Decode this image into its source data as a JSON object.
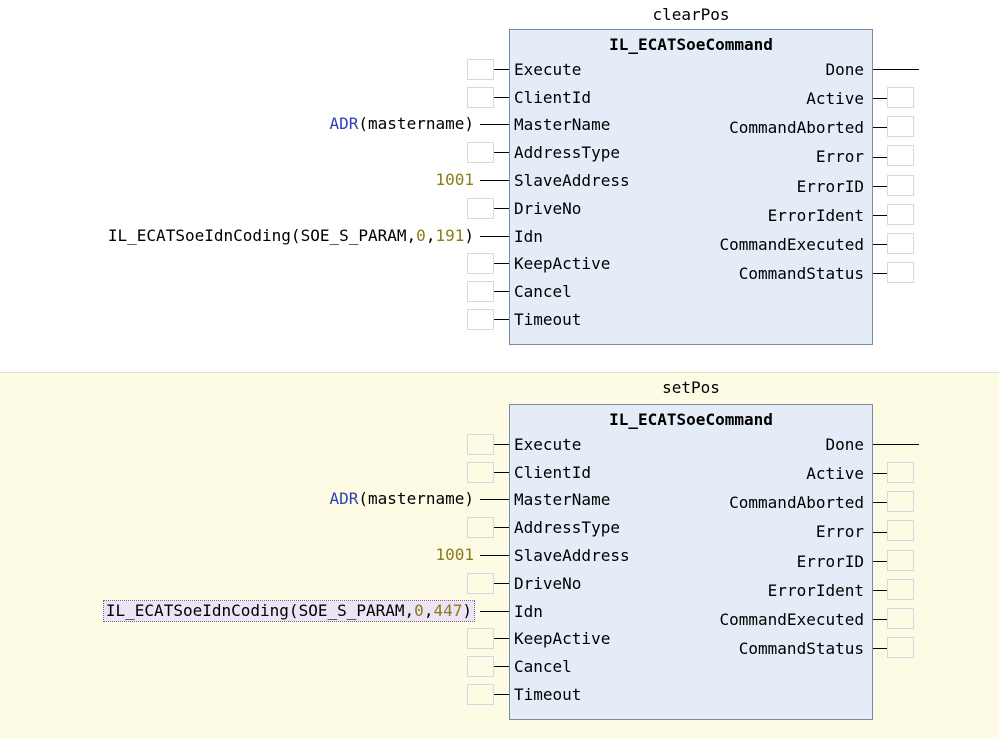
{
  "networks": [
    {
      "instance": "clearPos",
      "fb_type": "IL_ECATSoeCommand",
      "inputs": [
        "Execute",
        "ClientId",
        "MasterName",
        "AddressType",
        "SlaveAddress",
        "DriveNo",
        "Idn",
        "KeepActive",
        "Cancel",
        "Timeout"
      ],
      "outputs": [
        "Done",
        "Active",
        "CommandAborted",
        "Error",
        "ErrorID",
        "ErrorIdent",
        "CommandExecuted",
        "CommandStatus"
      ],
      "masterName": {
        "func": "ADR",
        "open": "(",
        "arg": "mastername",
        "close": ")"
      },
      "slaveAddress": "1001",
      "idn": {
        "func": "IL_ECATSoeIdnCoding",
        "open": "(",
        "arg1": "SOE_S_PARAM",
        "comma1": ",",
        "arg2": "0",
        "comma2": ",",
        "arg3": "191",
        "close": ")"
      }
    },
    {
      "instance": "setPos",
      "fb_type": "IL_ECATSoeCommand",
      "inputs": [
        "Execute",
        "ClientId",
        "MasterName",
        "AddressType",
        "SlaveAddress",
        "DriveNo",
        "Idn",
        "KeepActive",
        "Cancel",
        "Timeout"
      ],
      "outputs": [
        "Done",
        "Active",
        "CommandAborted",
        "Error",
        "ErrorID",
        "ErrorIdent",
        "CommandExecuted",
        "CommandStatus"
      ],
      "masterName": {
        "func": "ADR",
        "open": "(",
        "arg": "mastername",
        "close": ")"
      },
      "slaveAddress": "1001",
      "idn": {
        "func": "IL_ECATSoeIdnCoding",
        "open": "(",
        "arg1": "SOE_S_PARAM",
        "comma1": ",",
        "arg2": "0",
        "comma2": ",",
        "arg3": "447",
        "close": ")"
      }
    }
  ],
  "colors": {
    "keyword": "#2f3fb4",
    "number": "#8a7c18",
    "fb_fill": "#e4ecf7",
    "selected_network": "#fdfbe3"
  }
}
